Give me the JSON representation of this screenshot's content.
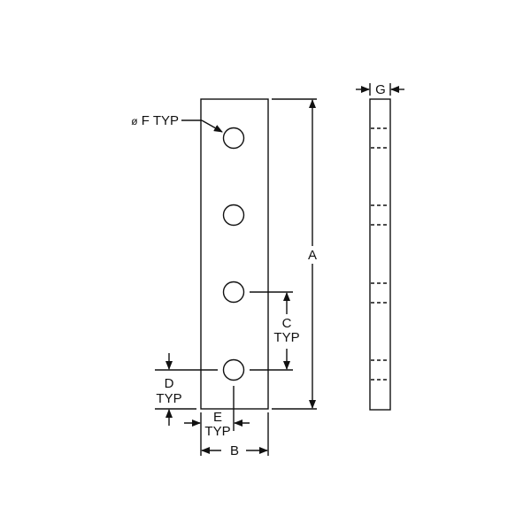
{
  "diagram": {
    "type": "technical-drawing",
    "subject": "4-hole flat mending plate",
    "views": [
      "front",
      "side"
    ],
    "colors": {
      "line": "#111111",
      "background": "#ffffff"
    },
    "labels": {
      "hole_diameter": {
        "symbol": "ø",
        "letter": "F",
        "suffix": "TYP"
      },
      "length": "A",
      "width": "B",
      "hole_spacing": {
        "letter": "C",
        "suffix": "TYP"
      },
      "edge_distance_end": {
        "letter": "D",
        "suffix": "TYP"
      },
      "edge_distance_side": {
        "letter": "E",
        "suffix": "TYP"
      },
      "thickness": "G"
    },
    "hole_count": 4
  }
}
